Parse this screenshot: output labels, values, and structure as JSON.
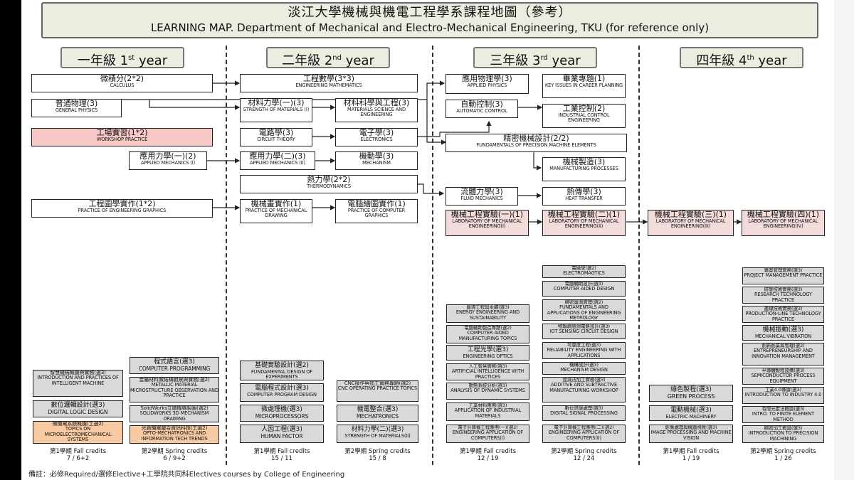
{
  "header": {
    "title_zh": "淡江大學機械與機電工程學系課程地圖（參考）",
    "title_en": "LEARNING MAP. Department of Mechanical and Electro-Mechanical Engineering, TKU (for reference only)"
  },
  "years": [
    {
      "zh": "一年級",
      "num": "1",
      "sup": "st",
      "label": "year"
    },
    {
      "zh": "二年級",
      "num": "2",
      "sup": "nd",
      "label": "year"
    },
    {
      "zh": "三年級",
      "num": "3",
      "sup": "rd",
      "label": "year"
    },
    {
      "zh": "四年級",
      "num": "4",
      "sup": "th",
      "label": "year"
    }
  ],
  "courses": {
    "calculus": {
      "zh": "微積分(2*2)",
      "en": "CALCULUS"
    },
    "general_physics": {
      "zh": "普通物理(3)",
      "en": "GENERAL PHYSICS"
    },
    "workshop": {
      "zh": "工場實習(1*2)",
      "en": "WORKSHOP PRACTICE"
    },
    "applied_mech_1": {
      "zh": "應用力學(一)(2)",
      "en": "APPLIED MECHANICS (I)"
    },
    "eng_graphics": {
      "zh": "工程圖學實作(1*2)",
      "en": "PRACTICE OF ENGINEERING GRAPHICS"
    },
    "eng_math": {
      "zh": "工程數學(3*3)",
      "en": "ENGINEERING MATHEMATICS"
    },
    "strength_1": {
      "zh": "材料力學(一)(3)",
      "en": "STRENGTH OF MATERIALS (I)"
    },
    "materials_sci": {
      "zh": "材料科學與工程(3)",
      "en": "MATERIALS SCIENCE AND ENGINEERING"
    },
    "circuit": {
      "zh": "電路學(3)",
      "en": "CIRCUIT THEORY"
    },
    "electronics": {
      "zh": "電子學(3)",
      "en": "ELECTRONICS"
    },
    "applied_mech_2": {
      "zh": "應用力學(二)(3)",
      "en": "APPLIED MECHANICS (II)"
    },
    "mechanism": {
      "zh": "機動學(3)",
      "en": "MECHANISM"
    },
    "thermo": {
      "zh": "熱力學(2*2)",
      "en": "THERMODYNAMICS"
    },
    "mech_drawing": {
      "zh": "機械畫實作(1)",
      "en": "PRACTICE OF MECHANICAL DRAWING"
    },
    "computer_graphics": {
      "zh": "電腦繪圖實作(1)",
      "en": "PRACTICE OF COMPUTER GRAPHICS"
    },
    "applied_physics": {
      "zh": "應用物理學(3)",
      "en": "APPLIED PHYSICS"
    },
    "auto_control": {
      "zh": "自動控制(3)",
      "en": "AUTOMATIC CONTROL"
    },
    "precision_design": {
      "zh": "精密機械設計(2/2)",
      "en": "FUNDAMENTALS OF PRECISION MACHINE ELEMENTS"
    },
    "fluid": {
      "zh": "流體力學(3)",
      "en": "FLUID MECHANICS"
    },
    "career": {
      "zh": "畢業專題(1)",
      "en": "KEY ISSUES IN CAREER PLANNING"
    },
    "ind_control": {
      "zh": "工業控制(2)",
      "en": "INDUSTRIAL CONTROL ENGINEERING"
    },
    "manufacturing": {
      "zh": "機械製造(3)",
      "en": "MANUFACTURING PROCESSES"
    },
    "heat": {
      "zh": "熱傳學(3)",
      "en": "HEAT TRANSFER"
    },
    "lab_1": {
      "zh": "機械工程實驗(一)(1)",
      "en": "LABORATORY OF MECHANICAL ENGINEERING(I)"
    },
    "lab_2": {
      "zh": "機械工程實驗(二)(1)",
      "en": "LABORATORY OF MECHANICAL ENGINEERING(II)"
    },
    "lab_3": {
      "zh": "機械工程實驗(三)(1)",
      "en": "LABORATORY OF MECHANICAL ENGINEERING(III)"
    },
    "lab_4": {
      "zh": "機械工程實驗(四)(1)",
      "en": "LABORATORY OF MECHANICAL ENGINEERING(IV)"
    }
  },
  "electives": {
    "y1_fall": [
      {
        "zh": "智慧機械概論與實務(選3)",
        "en": "INTRODUCTION AND PRACTICES OF INTELLIGENT MACHINE"
      },
      {
        "zh": "數位邏輯設計(選3)",
        "en": "DIGITAL LOGIC DESIGN"
      },
      {
        "zh": "微機電系統概論(工選2)",
        "en": "TOPICS ON MICROELECTROMECHANICAL SYSTEMS"
      }
    ],
    "y1_spring": [
      {
        "zh": "程式語言(選3)",
        "en": "COMPUTER PROGRAMMING"
      },
      {
        "zh": "金屬材料微結構觀察與實務(選2)",
        "en": "METALLIC MATERIAL MICROSTRUCTURE OBSERVATION AND PRACTICE"
      },
      {
        "zh": "SolidWorks立體機構製圖(選2)",
        "en": "SOLIDWORKS 3D MECHANISM DRAWING"
      },
      {
        "zh": "光資機電整合資訊科技(工選2)",
        "en": "OPTO-MECHATRONICS AND INFORMATION TECH TRENDS"
      }
    ],
    "y2_fall": [
      {
        "zh": "基礎實驗設計(選2)",
        "en": "FUNDAMENTAL DESIGN OF EXPERIMENTS"
      },
      {
        "zh": "電腦程式設計(選3)",
        "en": "COMPUTER PROGRAM DESIGN"
      },
      {
        "zh": "微處理機(選3)",
        "en": "MICROPROCESSORS"
      },
      {
        "zh": "人因工程(選3)",
        "en": "HUMAN FACTOR"
      }
    ],
    "y2_spring": [
      {
        "zh": "CNC操作與加工實務專題(選2)",
        "en": "CNC OPERATING PRACTICE TOPICS"
      },
      {
        "zh": "機電整合(選3)",
        "en": "MECHATRONICS"
      },
      {
        "zh": "材料力學(二)(選3)",
        "en": "STRENGTH OF MATERIALS(II)"
      }
    ],
    "y3_fall": [
      {
        "zh": "能源工程與永續(選3)",
        "en": "ENERGY ENGINEERING AND SUSTAINABILITY"
      },
      {
        "zh": "電腦輔助製造專題(選2)",
        "en": "COMPUTER AIDED MANUFACTURING TOPICS"
      },
      {
        "zh": "工程光學(選3)",
        "en": "ENGINEERING OPTICS"
      },
      {
        "zh": "人工智慧實務(選3)",
        "en": "ARTIFICIAL INTELLIGENCE WITH PRACTICES"
      },
      {
        "zh": "動態系統分析(選3)",
        "en": "ANALYSIS OF DYNAMIC SYSTEMS"
      },
      {
        "zh": "工業材料應用(選3)",
        "en": "APPLICATION OF INDUSTRIAL MATERIALS"
      },
      {
        "zh": "電子計算機工程應用(一)(選2)",
        "en": "ENGINEERING APPLICATION OF COMPUTERS(I)"
      }
    ],
    "y3_spring": [
      {
        "zh": "電磁學(選2)",
        "en": "ELECTROMAGTICS"
      },
      {
        "zh": "電腦輔助設計(選3)",
        "en": "COMPUTER AIDED DESIGN"
      },
      {
        "zh": "精密量測原理(選2)",
        "en": "FUNDAMENTALS AND APPLICATIONS OF ENGINEERING METROLOGY"
      },
      {
        "zh": "物聯網感測電路設計(選3)",
        "en": "IOT SENSING CIRCUIT DESIGN"
      },
      {
        "zh": "可靠度工程(選3)",
        "en": "RELIABILITY ENGINEERING WITH APPLICATIONS"
      },
      {
        "zh": "機構設計(選3)",
        "en": "MECHANISM DESIGN"
      },
      {
        "zh": "加減法加工實務(選3)",
        "en": "ADDITIVE AND SUBTRACTIVE MANUFACTURING WORKSHOP"
      },
      {
        "zh": "數位訊號處理(選3)",
        "en": "DIGITAL SIGNAL PROCESSING"
      },
      {
        "zh": "電子計算機工程應用(二)(選2)",
        "en": "ENGINEERING APPLICATION OF COMPUTERS(II)"
      }
    ],
    "y4_fall": [
      {
        "zh": "綠色製程(選3)",
        "en": "GREEN PROCESS"
      },
      {
        "zh": "電動機械(選3)",
        "en": "ELECTRIC MACHINERY"
      },
      {
        "zh": "影像處理與機器視覺(選3)",
        "en": "IMAGE PROCESSING AND MACHINE VISION"
      }
    ],
    "y4_spring": [
      {
        "zh": "專案管理實務(選3)",
        "en": "PROJECT MANAGEMENT PRACTICE"
      },
      {
        "zh": "研發技術實務(選3)",
        "en": "RESEARCH TECHNOLOGY PRACTICE"
      },
      {
        "zh": "產線技術實務(選3)",
        "en": "PRODUCTION-LINE TECHNOLOGY PRACTICE"
      },
      {
        "zh": "機械振動(選3)",
        "en": "MECHANICAL VIBRATION"
      },
      {
        "zh": "創新創業與管理(選2)",
        "en": "ENTREPRENEURSHIP AND INNOVATION MANAGEMENT"
      },
      {
        "zh": "半導體製程設備(選3)",
        "en": "SEMICONDUCTOR PROCESS EQUIPMENT"
      },
      {
        "zh": "工業4.0導論(選3)",
        "en": "INTRODUCTION TO INDUSTRY 4.0"
      },
      {
        "zh": "有限元素法概論(選3)",
        "en": "INTRO. TO FINITE ELEMENT METHOD"
      },
      {
        "zh": "精密加工概論(選3)",
        "en": "INTRODUCTION TO PRECISION MACHINING"
      }
    ]
  },
  "footers": [
    {
      "line1": "第1學期 Fall credits",
      "line2": "7 / 6+2"
    },
    {
      "line1": "第2學期 Spring credits",
      "line2": "6 / 9+2"
    },
    {
      "line1": "第1學期 Fall credits",
      "line2": "15 / 11"
    },
    {
      "line1": "第2學期 Spring credits",
      "line2": "15 / 8"
    },
    {
      "line1": "第1學期 Fall credits",
      "line2": "12 / 19"
    },
    {
      "line1": "第2學期 Spring credits",
      "line2": "12 / 24"
    },
    {
      "line1": "第1學期 Fall credits",
      "line2": "1 / 19"
    },
    {
      "line1": "第2學期 Spring credits",
      "line2": "1 / 26"
    }
  ],
  "note": "備註：必修Required/選修Elective+工學院共同科Electives courses by College of Engineering",
  "colors": {
    "header_bg": "#eaeee0",
    "required_pink": "#f7c8c6",
    "lab_pink": "#f2dcdb",
    "elective_gray": "#d9d9d9",
    "college_orange": "#f8caa3"
  }
}
